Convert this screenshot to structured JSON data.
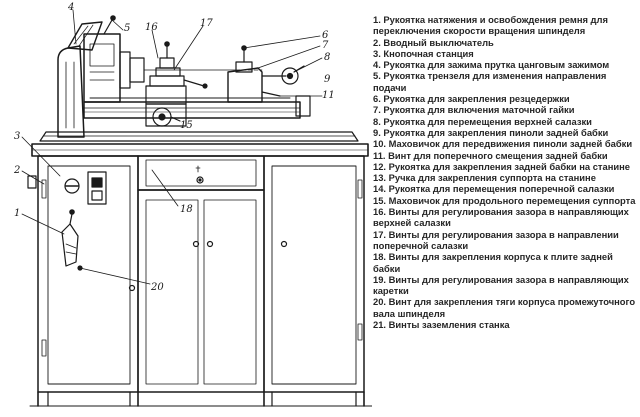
{
  "legend": [
    {
      "text": "1. Рукоятка натяжения и освобождения ремня для переключения скорости вращения шпинделя"
    },
    {
      "text": "2. Вводный выключатель"
    },
    {
      "text": "3. Кнопочная станция"
    },
    {
      "text": "4. Рукоятка для зажима прутка цанговым зажимом"
    },
    {
      "text": "5. Рукоятка трензеля для изменения направления подачи"
    },
    {
      "text": "6. Рукоятка для закрепления резцедержки"
    },
    {
      "text": "7. Рукоятка для включения маточной гайки"
    },
    {
      "text": "8. Рукоятка для перемещения верхней салазки"
    },
    {
      "text": "9. Рукоятка для закрепления пиноли задней бабки"
    },
    {
      "text": "10. Маховичок для передвижения пиноли задней бабки"
    },
    {
      "text": "11. Винт для поперечного смещения задней бабки"
    },
    {
      "text": "12. Рукоятка для закрепления задней бабки на станине"
    },
    {
      "text": "13. Ручка для закрепления суппорта на станине"
    },
    {
      "text": "14. Рукоятка для перемещения поперечной салазки"
    },
    {
      "text": "15. Маховичок для продольного перемещения суппорта"
    },
    {
      "text": "16. Винты для регулирования зазора в направляющих верхней салазки"
    },
    {
      "text": "17. Винты для регулирования зазора в направлении поперечной салазки"
    },
    {
      "text": "18. Винты для закрепления корпуса к плите задней бабки"
    },
    {
      "text": "19. Винты для регулирования зазора в направляющих каретки"
    },
    {
      "text": "20. Винт для закрепления тяги корпуса промежуточного вала шпинделя"
    },
    {
      "text": "21. Винты заземления станка"
    }
  ],
  "callouts": {
    "c1": "1",
    "c2": "2",
    "c3": "3",
    "c4": "4",
    "c5": "5",
    "c6": "6",
    "c7": "7",
    "c8": "8",
    "c9": "9",
    "c11": "11",
    "c15": "15",
    "c16": "16",
    "c17": "17",
    "c18": "18",
    "c20": "20"
  },
  "colors": {
    "ink": "#1a1a1a",
    "text": "#262626",
    "background": "#ffffff"
  }
}
